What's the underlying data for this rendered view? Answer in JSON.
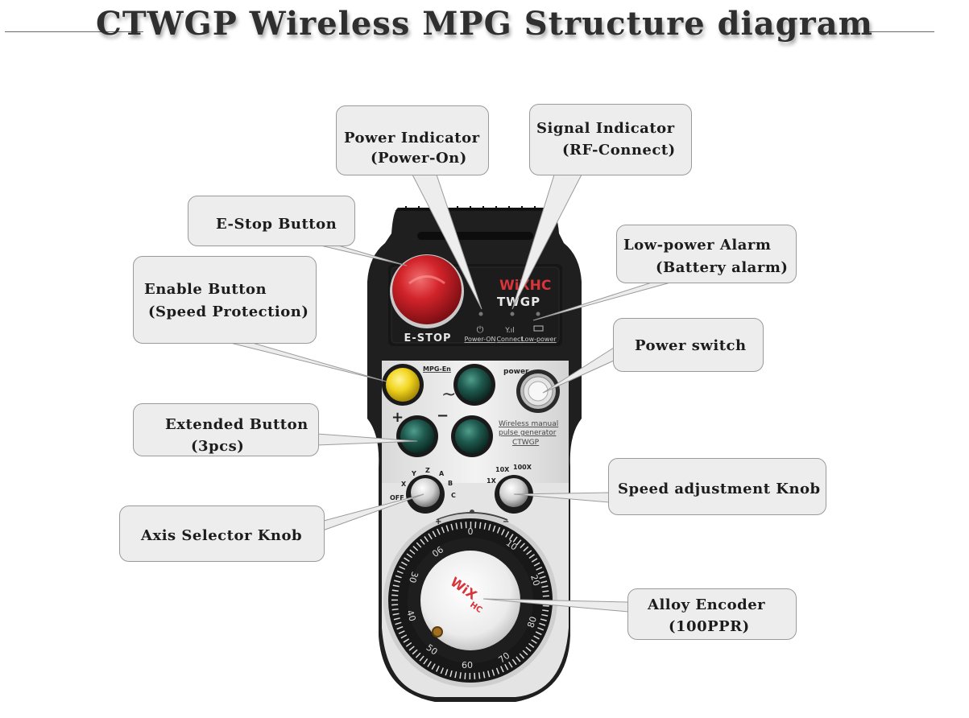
{
  "title": "CTWGP Wireless MPG Structure diagram",
  "colors": {
    "callout_fill": "#ededed",
    "callout_border": "#9a9a9a",
    "device_body": "#1f1f1f",
    "faceplate": "#e8e8e8",
    "estop_red": "#d2232a",
    "enable_yellow": "#f2d51f",
    "button_green": "#1f5a4e",
    "brand_red": "#d8343a"
  },
  "callouts": {
    "power_indicator": {
      "line1": "Power Indicator",
      "line2": "(Power-On)"
    },
    "signal_indicator": {
      "line1": "Signal Indicator",
      "line2": "(RF-Connect)"
    },
    "estop": {
      "line1": "E-Stop Button"
    },
    "low_power": {
      "line1": "Low-power Alarm",
      "line2": "(Battery alarm)"
    },
    "enable": {
      "line1": "Enable Button",
      "line2": "(Speed Protection)"
    },
    "power_switch": {
      "line1": "Power switch"
    },
    "extended": {
      "line1": "Extended Button",
      "line2": "(3pcs)"
    },
    "speed_knob": {
      "line1": "Speed adjustment Knob"
    },
    "axis_knob": {
      "line1": "Axis Selector Knob"
    },
    "encoder": {
      "line1": "Alloy Encoder",
      "line2": "(100PPR)"
    }
  },
  "device": {
    "brand_logo": "WiXHC",
    "model": "TWGP",
    "estop_label": "E-STOP",
    "led_power": "Power-ON",
    "led_connect": "Connect",
    "led_lowpower": "Low-power",
    "mpg_en": "MPG-En",
    "power_label": "power",
    "tilde": "~",
    "plus": "+",
    "minus": "−",
    "panel_line1": "Wireless manual",
    "panel_line2": "pulse generator",
    "panel_model": "CTWGP",
    "axis_labels": [
      "OFF",
      "X",
      "Y",
      "Z",
      "A",
      "B",
      "C"
    ],
    "speed_labels": [
      "1X",
      "10X",
      "100X"
    ],
    "dial_plus": "+",
    "dial_minus": "−",
    "dial_numbers": [
      "0",
      "10",
      "20",
      "30",
      "40",
      "50",
      "60",
      "70",
      "80",
      "90"
    ],
    "dial_logo_1": "WiX",
    "dial_logo_2": "HC"
  }
}
